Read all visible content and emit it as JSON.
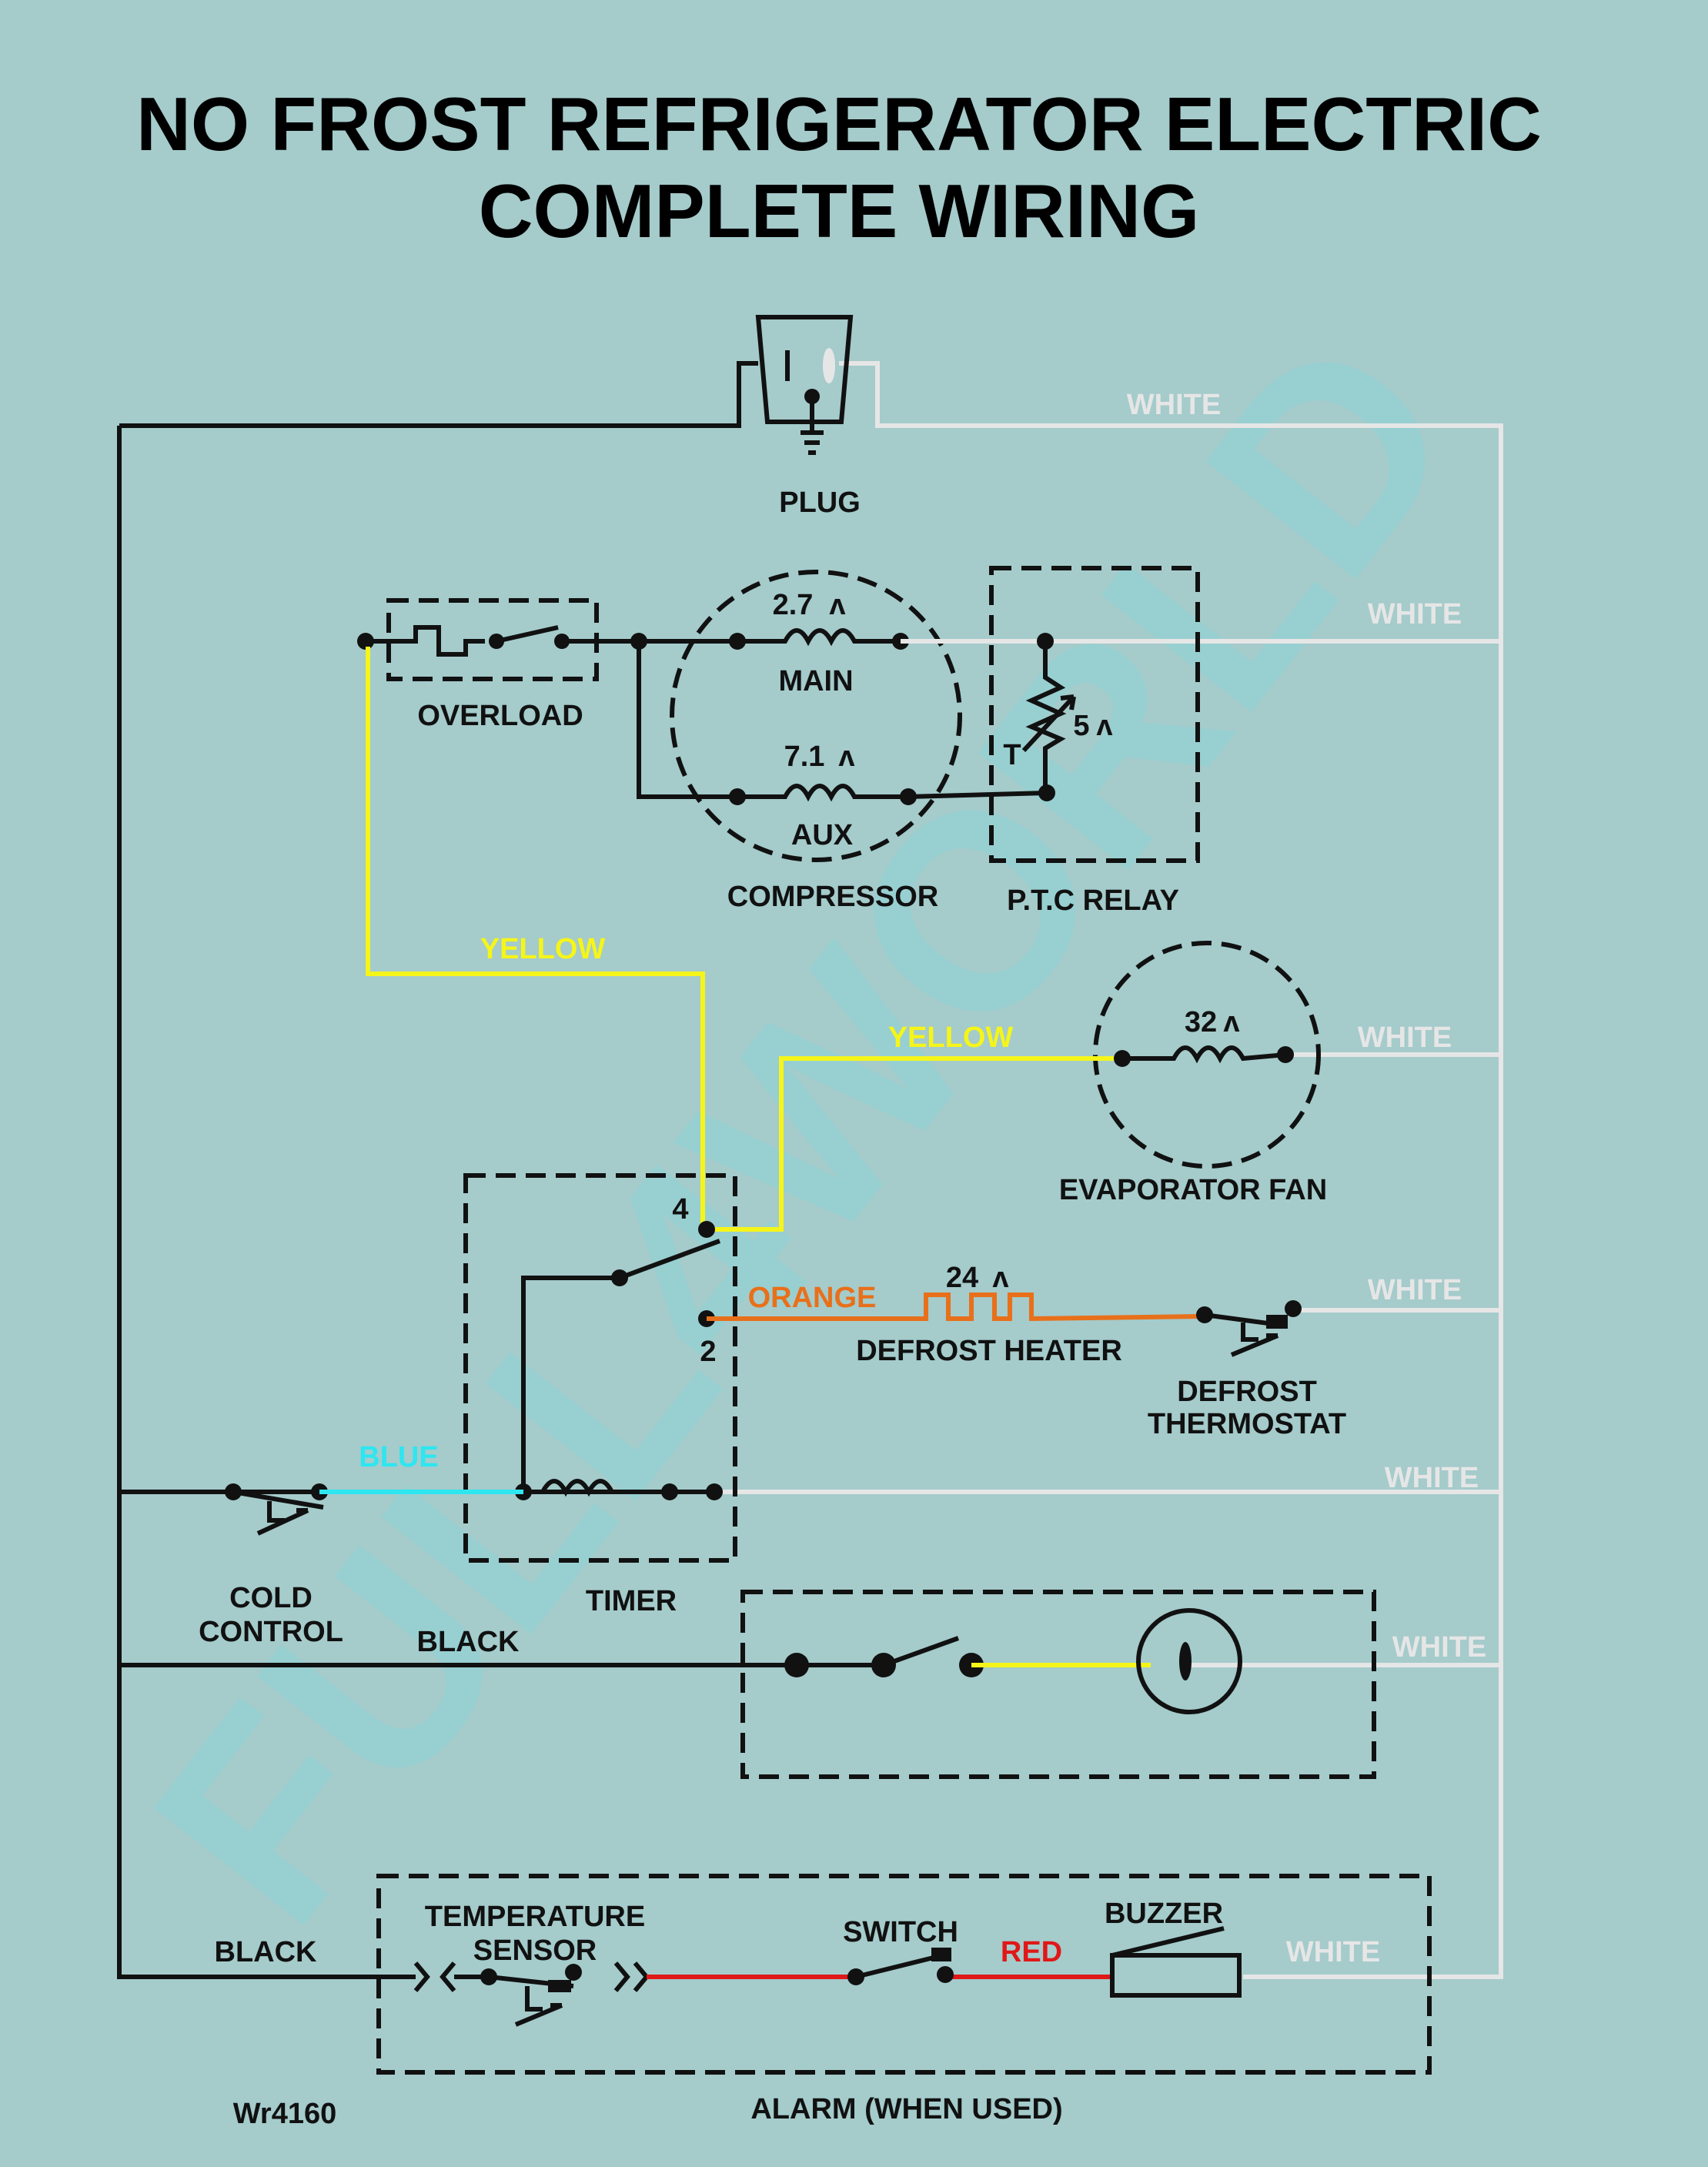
{
  "title": {
    "line1": "NO FROST REFRIGERATOR ELECTRIC",
    "line2": "COMPLETE WIRING"
  },
  "watermark": "FULL4WORLD",
  "colors": {
    "background": "#a5cbcb",
    "wire_black": "#111111",
    "wire_white": "#e6e6e6",
    "wire_yellow": "#f5f51a",
    "wire_blue": "#2de6f0",
    "wire_orange": "#e8701a",
    "wire_red": "#e01818"
  },
  "components": {
    "plug": "PLUG",
    "overload": "OVERLOAD",
    "compressor": "COMPRESSOR",
    "main_winding": "MAIN",
    "main_resistance": "2.7",
    "aux_winding": "AUX",
    "aux_resistance": "7.1",
    "ptc_relay": "P.T.C RELAY",
    "ptc_resistance": "5",
    "ptc_terminal": "T",
    "evaporator_fan": "EVAPORATOR  FAN",
    "fan_resistance": "32",
    "timer": "TIMER",
    "timer_terminal_4": "4",
    "timer_terminal_2": "2",
    "defrost_heater": "DEFROST HEATER",
    "heater_resistance": "24",
    "defrost_thermostat_line1": "DEFROST",
    "defrost_thermostat_line2": "THERMOSTAT",
    "cold_control_line1": "COLD",
    "cold_control_line2": "CONTROL",
    "temp_sensor_line1": "TEMPERATURE",
    "temp_sensor_line2": "SENSOR",
    "switch": "SWITCH",
    "buzzer": "BUZZER",
    "alarm": "ALARM (WHEN USED)",
    "ohm_symbol": "ʌ"
  },
  "wire_labels": {
    "white_plug": "WHITE",
    "white_compressor": "WHITE",
    "white_fan": "WHITE",
    "white_thermostat": "WHITE",
    "white_timer": "WHITE",
    "white_light": "WHITE",
    "white_alarm": "WHITE",
    "yellow_overload": "YELLOW",
    "yellow_fan": "YELLOW",
    "orange": "ORANGE",
    "blue": "BLUE",
    "black_light": "BLACK",
    "black_alarm": "BLACK",
    "red": "RED"
  },
  "model": "Wr4160"
}
